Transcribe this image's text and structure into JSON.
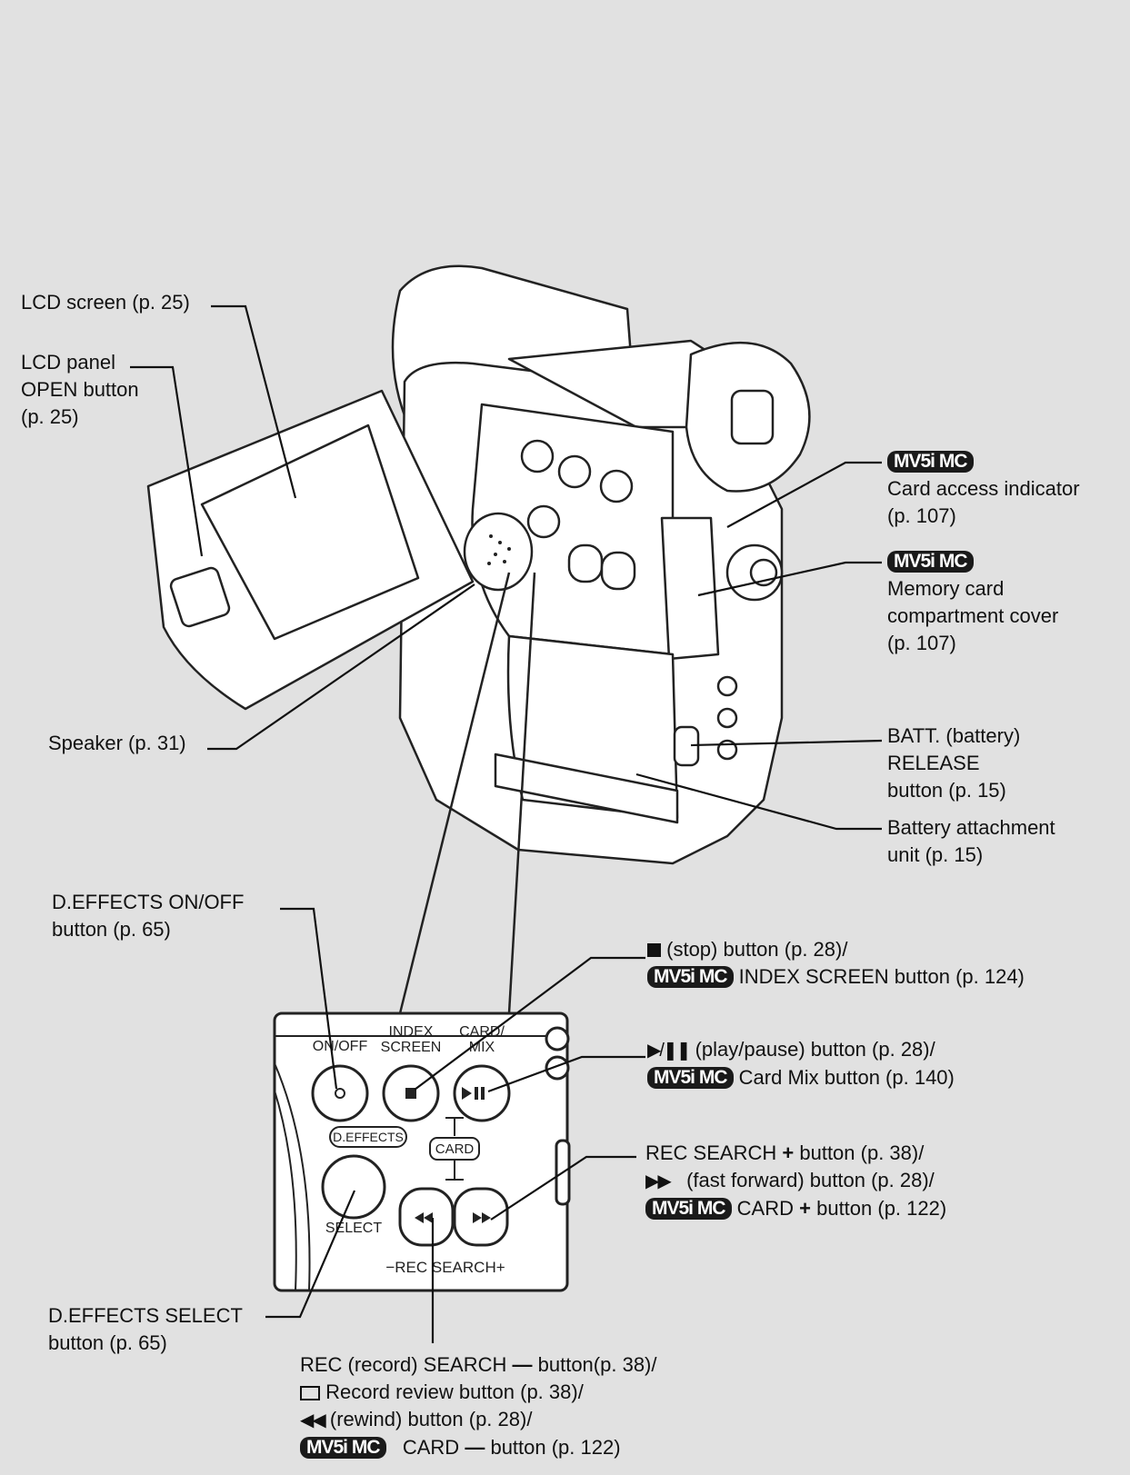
{
  "badge": "MV5i MC",
  "labels": {
    "lcd_screen": "LCD screen (p. 25)",
    "lcd_panel_l1": "LCD panel",
    "lcd_panel_l2": "OPEN button",
    "lcd_panel_l3": "(p. 25)",
    "speaker": "Speaker (p. 31)",
    "card_access_l1": "Card access indicator",
    "card_access_l2": "(p. 107)",
    "memory_card_l1": "Memory card",
    "memory_card_l2": "compartment cover",
    "memory_card_l3": "(p. 107)",
    "batt_l1": "BATT. (battery)",
    "batt_l2": "RELEASE",
    "batt_l3": "button (p. 15)",
    "battery_unit_l1": "Battery attachment",
    "battery_unit_l2": "unit (p. 15)",
    "deffects_onoff_l1": "D.EFFECTS ON/OFF",
    "deffects_onoff_l2": "button (p. 65)",
    "stop_l1": "(stop) button (p. 28)/",
    "stop_l2": "INDEX SCREEN button (p. 124)",
    "play_l1": "(play/pause) button (p. 28)/",
    "play_l2": "Card Mix button (p. 140)",
    "recplus_l1a": "REC SEARCH",
    "recplus_l1b": "button (p. 38)/",
    "recplus_l2": "(fast forward) button (p. 28)/",
    "recplus_l3a": "CARD",
    "recplus_l3b": "button (p. 122)",
    "deffects_select_l1": "D.EFFECTS SELECT",
    "deffects_select_l2": "button (p. 65)",
    "recminus_l1a": "REC (record) SEARCH",
    "recminus_l1b": "button(p. 38)/",
    "recminus_l2": "Record review button (p. 38)/",
    "recminus_l3": "(rewind) button (p. 28)/",
    "recminus_l4a": "CARD",
    "recminus_l4b": "button (p. 122)"
  },
  "panel": {
    "on_off": "ON/OFF",
    "index_1": "INDEX",
    "index_2": "SCREEN",
    "cardmix_1": "CARD/",
    "cardmix_2": "MIX",
    "deffects": "D.EFFECTS",
    "card": "CARD",
    "select": "SELECT",
    "rec_search": "−REC SEARCH+"
  }
}
